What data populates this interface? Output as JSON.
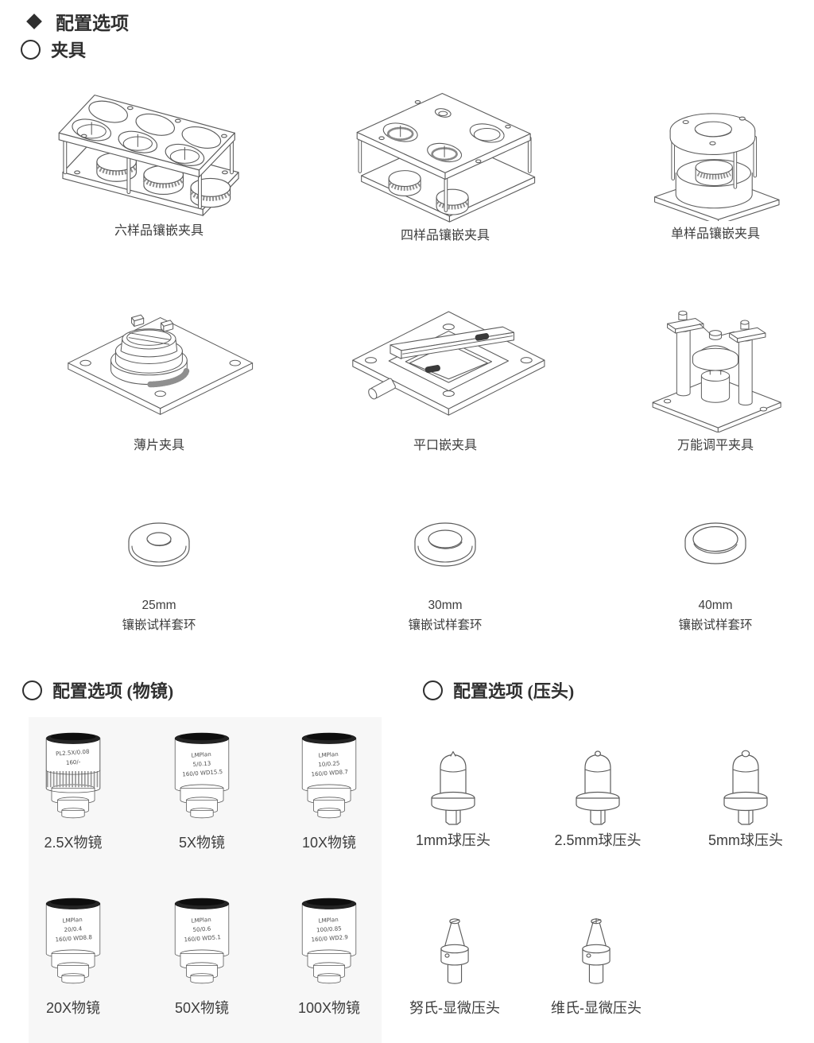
{
  "page": {
    "main_heading": "配置选项",
    "fixtures_heading": "夹具",
    "objectives_heading": "配置选项 (物镜)",
    "indenters_heading": "配置选项 (压头)"
  },
  "fixtures": {
    "items": [
      {
        "label": "六样品镶嵌夹具"
      },
      {
        "label": "四样品镶嵌夹具"
      },
      {
        "label": "单样品镶嵌夹具"
      },
      {
        "label": "薄片夹具"
      },
      {
        "label": "平口嵌夹具"
      },
      {
        "label": "万能调平夹具"
      }
    ],
    "rings": [
      {
        "size": "25mm",
        "label": "镶嵌试样套环"
      },
      {
        "size": "30mm",
        "label": "镶嵌试样套环"
      },
      {
        "size": "40mm",
        "label": "镶嵌试样套环"
      }
    ]
  },
  "objectives": {
    "items": [
      {
        "label": "2.5X物镜",
        "engraving": [
          "PL2.5X/0.08",
          "160/-"
        ]
      },
      {
        "label": "5X物镜",
        "engraving": [
          "LMPlan",
          "5/0.13",
          "160/0 WD15.5"
        ]
      },
      {
        "label": "10X物镜",
        "engraving": [
          "LMPlan",
          "10/0.25",
          "160/0 WD8.7"
        ]
      },
      {
        "label": "20X物镜",
        "engraving": [
          "LMPlan",
          "20/0.4",
          "160/0 WD8.8"
        ]
      },
      {
        "label": "50X物镜",
        "engraving": [
          "LMPlan",
          "50/0.6",
          "160/0 WD5.1"
        ]
      },
      {
        "label": "100X物镜",
        "engraving": [
          "LMPlan",
          "100/0.85",
          "160/0 WD2.9"
        ]
      }
    ]
  },
  "indenters": {
    "ball": [
      {
        "label": "1mm球压头"
      },
      {
        "label": "2.5mm球压头"
      },
      {
        "label": "5mm球压头"
      }
    ],
    "micro": [
      {
        "label": "努氏-显微压头"
      },
      {
        "label": "维氏-显微压头"
      }
    ]
  },
  "colors": {
    "line": "#5c5c5c",
    "text": "#3d3d3d",
    "panel": "#f7f7f7",
    "objective_top_band": "#1f1f1f"
  }
}
